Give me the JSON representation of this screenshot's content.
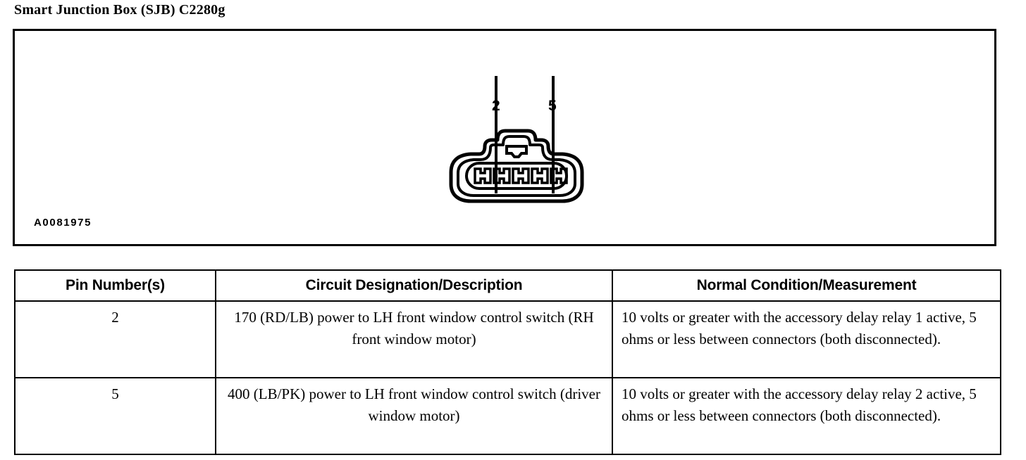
{
  "title": "Smart Junction Box (SJB) C2280g",
  "diagram": {
    "ref_code": "A0081975",
    "connector": {
      "name": "5-way-connector",
      "pin_count": 5,
      "callouts": [
        {
          "label": "2",
          "pin_index": 2
        },
        {
          "label": "5",
          "pin_index": 5
        }
      ]
    }
  },
  "table": {
    "headers": [
      "Pin Number(s)",
      "Circuit Designation/Description",
      "Normal Condition/Measurement"
    ],
    "rows": [
      {
        "pin": "2",
        "description": "170 (RD/LB) power to LH front window control switch (RH front window motor)",
        "condition": "10 volts or greater with the accessory delay relay 1 active, 5 ohms or less between connectors (both disconnected)."
      },
      {
        "pin": "5",
        "description": "400 (LB/PK) power to LH front window control switch (driver window motor)",
        "condition": "10 volts or greater with the accessory delay relay 2 active, 5 ohms or less between connectors (both disconnected)."
      }
    ]
  },
  "colors": {
    "ink": "#000000",
    "paper": "#ffffff"
  }
}
